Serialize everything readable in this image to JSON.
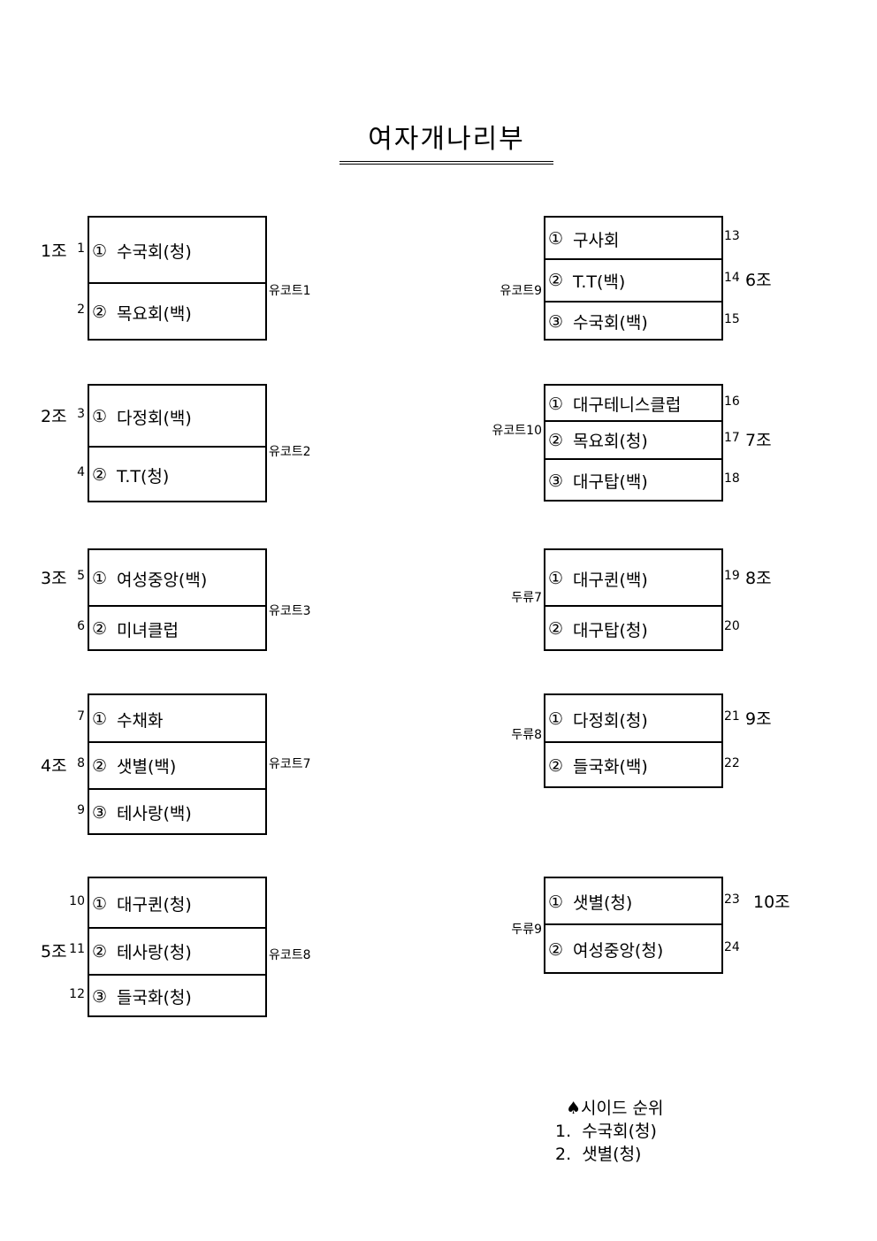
{
  "title": "여자개나리부",
  "left_groups": [
    {
      "group": "1조",
      "court": "유코트1",
      "teams": [
        {
          "seed": "1",
          "mark": "①",
          "name": "수국회(청)"
        },
        {
          "seed": "2",
          "mark": "②",
          "name": "목요회(백)"
        }
      ]
    },
    {
      "group": "2조",
      "court": "유코트2",
      "teams": [
        {
          "seed": "3",
          "mark": "①",
          "name": "다정회(백)"
        },
        {
          "seed": "4",
          "mark": "②",
          "name": "T.T(청)"
        }
      ]
    },
    {
      "group": "3조",
      "court": "유코트3",
      "teams": [
        {
          "seed": "5",
          "mark": "①",
          "name": "여성중앙(백)"
        },
        {
          "seed": "6",
          "mark": "②",
          "name": "미녀클럽"
        }
      ]
    },
    {
      "group": "4조",
      "court": "유코트7",
      "teams": [
        {
          "seed": "7",
          "mark": "①",
          "name": "수채화"
        },
        {
          "seed": "8",
          "mark": "②",
          "name": "샛별(백)"
        },
        {
          "seed": "9",
          "mark": "③",
          "name": "테사랑(백)"
        }
      ]
    },
    {
      "group": "5조",
      "court": "유코트8",
      "teams": [
        {
          "seed": "10",
          "mark": "①",
          "name": "대구퀸(청)"
        },
        {
          "seed": "11",
          "mark": "②",
          "name": "테사랑(청)"
        },
        {
          "seed": "12",
          "mark": "③",
          "name": "들국화(청)"
        }
      ]
    }
  ],
  "right_groups": [
    {
      "group": "6조",
      "court": "유코트9",
      "teams": [
        {
          "seed": "13",
          "mark": "①",
          "name": "구사회"
        },
        {
          "seed": "14",
          "mark": "②",
          "name": "T.T(백)"
        },
        {
          "seed": "15",
          "mark": "③",
          "name": "수국회(백)"
        }
      ]
    },
    {
      "group": "7조",
      "court": "유코트10",
      "teams": [
        {
          "seed": "16",
          "mark": "①",
          "name": "대구테니스클럽"
        },
        {
          "seed": "17",
          "mark": "②",
          "name": "목요회(청)"
        },
        {
          "seed": "18",
          "mark": "③",
          "name": "대구탑(백)"
        }
      ]
    },
    {
      "group": "8조",
      "court": "두류7",
      "teams": [
        {
          "seed": "19",
          "mark": "①",
          "name": "대구퀸(백)"
        },
        {
          "seed": "20",
          "mark": "②",
          "name": "대구탑(청)"
        }
      ]
    },
    {
      "group": "9조",
      "court": "두류8",
      "teams": [
        {
          "seed": "21",
          "mark": "①",
          "name": "다정회(청)"
        },
        {
          "seed": "22",
          "mark": "②",
          "name": "들국화(백)"
        }
      ]
    },
    {
      "group": "10조",
      "court": "두류9",
      "teams": [
        {
          "seed": "23",
          "mark": "①",
          "name": "샛별(청)"
        },
        {
          "seed": "24",
          "mark": "②",
          "name": "여성중앙(청)"
        }
      ]
    }
  ],
  "seed_ranking": {
    "icon": "♠",
    "header": "시이드 순위",
    "items": [
      "1.  수국회(청)",
      "2.  샛별(청)"
    ]
  }
}
